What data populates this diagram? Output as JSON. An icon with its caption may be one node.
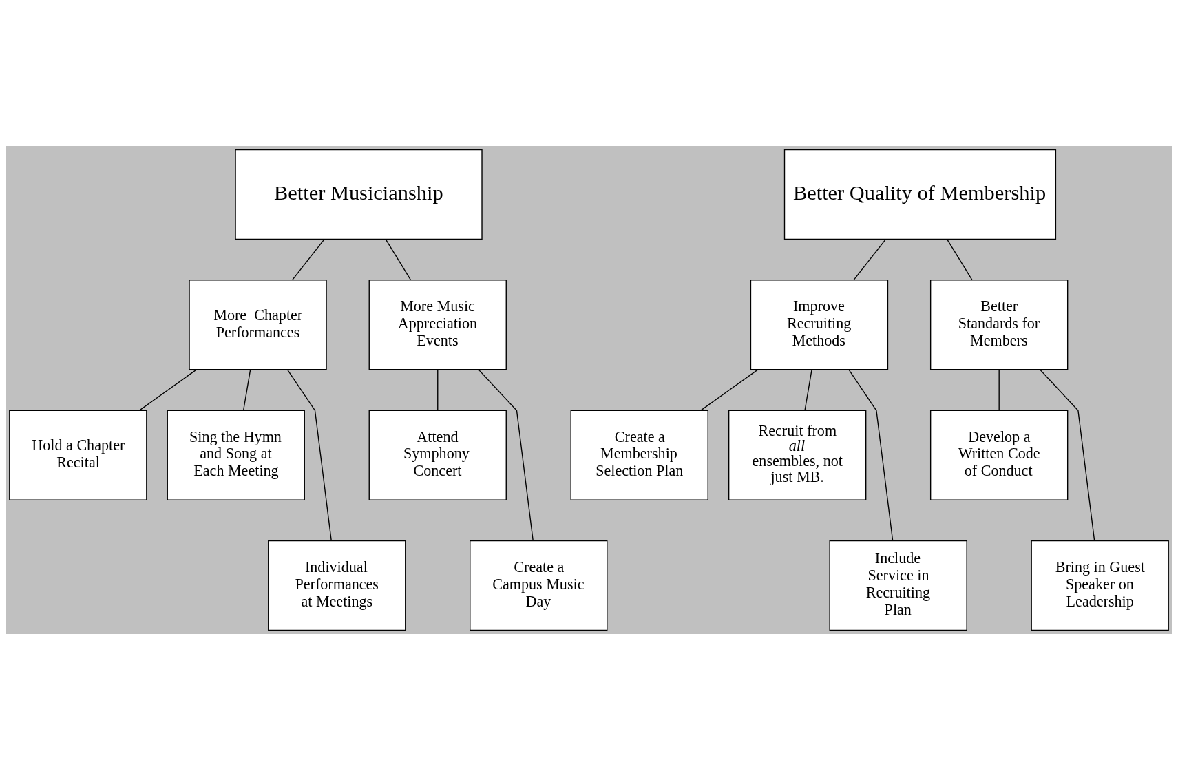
{
  "diagram": {
    "nodes": [
      {
        "text": [
          "Better Musicianship"
        ]
      },
      {
        "text": [
          "Better Quality of Membership"
        ]
      },
      {
        "text": [
          "More  Chapter Performances"
        ]
      },
      {
        "text": [
          "More Music Appreciation Events"
        ]
      },
      {
        "text": [
          "Improve Recruiting Methods"
        ]
      },
      {
        "text": [
          "Better Standards for Members"
        ]
      },
      {
        "text": [
          "Hold a Chapter Recital"
        ]
      },
      {
        "text": [
          "Sing the Hymn and Song at Each Meeting"
        ]
      },
      {
        "text": [
          "Attend Symphony Concert"
        ]
      },
      {
        "text": [
          "Create a Membership Selection Plan"
        ]
      },
      {
        "text": [
          "Recruit from *all* ensembles, not just MB."
        ]
      },
      {
        "text": [
          "Develop a Written Code of Conduct"
        ]
      },
      {
        "text": [
          "Individual Performances at Meetings"
        ]
      },
      {
        "text": [
          "Create a Campus Music Day"
        ]
      },
      {
        "text": [
          "Include Service in Recruiting Plan"
        ]
      },
      {
        "text": [
          "Bring in Guest Speaker on Leadership"
        ]
      }
    ],
    "edges": [
      {
        "from": 0,
        "to": 2,
        "arrow": "none"
      },
      {
        "from": 0,
        "to": 3,
        "arrow": "none"
      },
      {
        "from": 1,
        "to": 4,
        "arrow": "none"
      },
      {
        "from": 1,
        "to": 5,
        "arrow": "none"
      },
      {
        "from": 2,
        "to": 6,
        "arrow": "none"
      },
      {
        "from": 2,
        "to": 12,
        "arrow": "none"
      },
      {
        "from": 2,
        "to": 7,
        "arrow": "none"
      },
      {
        "from": 3,
        "to": 8,
        "arrow": "none"
      },
      {
        "from": 3,
        "to": 13,
        "arrow": "none"
      },
      {
        "from": 4,
        "to": 9,
        "arrow": "none"
      },
      {
        "from": 4,
        "to": 14,
        "arrow": "none"
      },
      {
        "from": 4,
        "to": 10,
        "arrow": "none"
      },
      {
        "from": 5,
        "to": 15,
        "arrow": "none"
      },
      {
        "from": 5,
        "to": 11,
        "arrow": "none"
      }
    ]
  }
}
